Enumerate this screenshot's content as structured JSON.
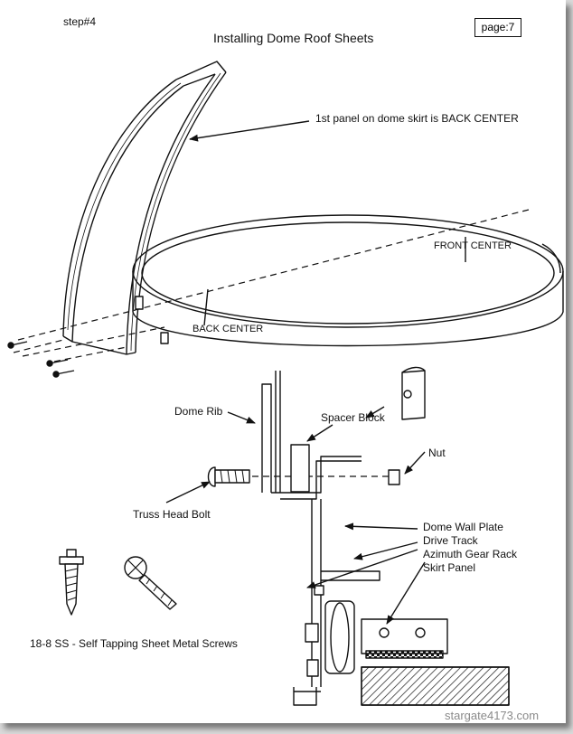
{
  "header": {
    "step": "step#4",
    "title": "Installing Dome Roof Sheets",
    "page": "page:7"
  },
  "labels": {
    "first_panel": "1st panel on dome skirt is BACK CENTER",
    "front_center": "FRONT CENTER",
    "back_center": "BACK CENTER",
    "dome_rib": "Dome Rib",
    "spacer_block": "Spacer Block",
    "nut": "Nut",
    "truss_head_bolt": "Truss Head Bolt",
    "dome_wall_plate": "Dome Wall Plate",
    "drive_track": "Drive Track",
    "azimuth_gear_rack": "Azimuth Gear Rack",
    "skirt_panel": "Skirt Panel",
    "screws": "18-8 SS - Self Tapping Sheet Metal Screws"
  },
  "watermark": "stargate4173.com",
  "colors": {
    "ink": "#111111",
    "paper": "#ffffff",
    "background": "#d9d9d9",
    "watermark": "#8a8a8a"
  }
}
